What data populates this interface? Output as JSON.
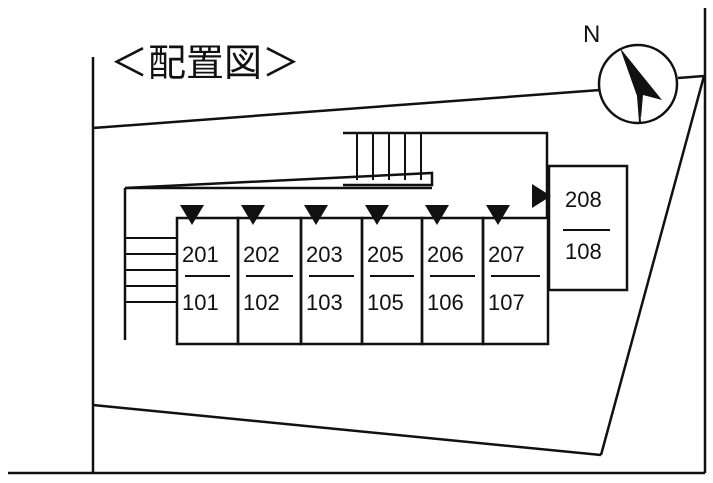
{
  "title": "＜配置図＞",
  "compass": {
    "label": "N",
    "icon": "north-arrow-icon"
  },
  "units": [
    {
      "upper": "201",
      "lower": "101"
    },
    {
      "upper": "202",
      "lower": "102"
    },
    {
      "upper": "203",
      "lower": "103"
    },
    {
      "upper": "205",
      "lower": "105"
    },
    {
      "upper": "206",
      "lower": "106"
    },
    {
      "upper": "207",
      "lower": "107"
    }
  ],
  "corner_unit": {
    "upper": "208",
    "lower": "108"
  },
  "colors": {
    "line": "#111111",
    "background": "#ffffff"
  }
}
